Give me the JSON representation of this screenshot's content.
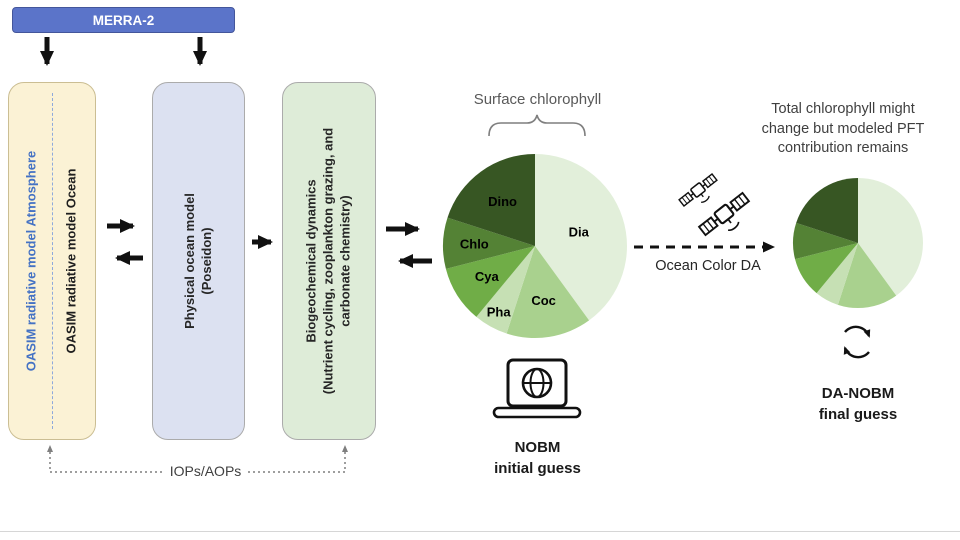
{
  "title_box": {
    "label": "MERRA-2"
  },
  "model_boxes": {
    "oasim_atmosphere": "OASIM radiative model Atmosphere",
    "oasim_ocean": "OASIM radiative model Ocean",
    "physical_line1": "Physical ocean model",
    "physical_line2": "(Poseidon)",
    "bio_line1": "Biogeochemical dynamics",
    "bio_line2": "(Nutrient cycling, zooplankton grazing, and",
    "bio_line3": "carbonate chemistry)"
  },
  "annotations": {
    "ocean_color_da": "Ocean Color DA",
    "right_note_line1": "Total chlorophyll might",
    "right_note_line2": "change but modeled PFT",
    "right_note_line3": "contribution remains",
    "iops_aops": "IOPs/AOPs",
    "nobm_label_line1": "NOBM",
    "nobm_label_line2": "initial guess",
    "da_nobm_label_line1": "DA-NOBM",
    "da_nobm_label_line2": "final guess"
  },
  "icons": {
    "satellite": "satellite-icon",
    "laptop_globe": "laptop-globe-icon",
    "cycle_arrows": "cycle-arrows-icon"
  },
  "colors": {
    "merra2_fill": "#5B74C9",
    "oasim_fill": "#FBF2D5",
    "physical_fill": "#DCE1F1",
    "bio_fill": "#DEECD8",
    "oasim_atmosphere_text": "#4472C4",
    "arrow_black": "#111111",
    "dotted_gray": "#7F7F7F"
  },
  "chart_data": [
    {
      "type": "pie",
      "title": "Surface chlorophyll",
      "categories": [
        "Dia",
        "Coc",
        "Pha",
        "Cya",
        "Chlo",
        "Dino"
      ],
      "values": [
        40,
        15,
        6,
        10,
        9,
        20
      ],
      "value_note": "slice shares in percent, estimated from figure",
      "colors": [
        "#E2EFDA",
        "#A9D18E",
        "#C6E0B4",
        "#70AD47",
        "#548235",
        "#375623"
      ],
      "start_angle_deg": 0,
      "direction": "clockwise",
      "labels_shown": true,
      "label_radius": [
        0.5,
        0.6,
        0.82,
        0.62,
        0.66,
        0.6
      ]
    },
    {
      "type": "pie",
      "title": "DA-NOBM final guess (same PFT contributions)",
      "categories": [
        "Dia",
        "Coc",
        "Pha",
        "Cya",
        "Chlo",
        "Dino"
      ],
      "values": [
        40,
        15,
        6,
        10,
        9,
        20
      ],
      "value_note": "slice shares in percent, estimated from figure",
      "colors": [
        "#E2EFDA",
        "#A9D18E",
        "#C6E0B4",
        "#70AD47",
        "#548235",
        "#375623"
      ],
      "start_angle_deg": 0,
      "direction": "clockwise",
      "labels_shown": false
    }
  ]
}
